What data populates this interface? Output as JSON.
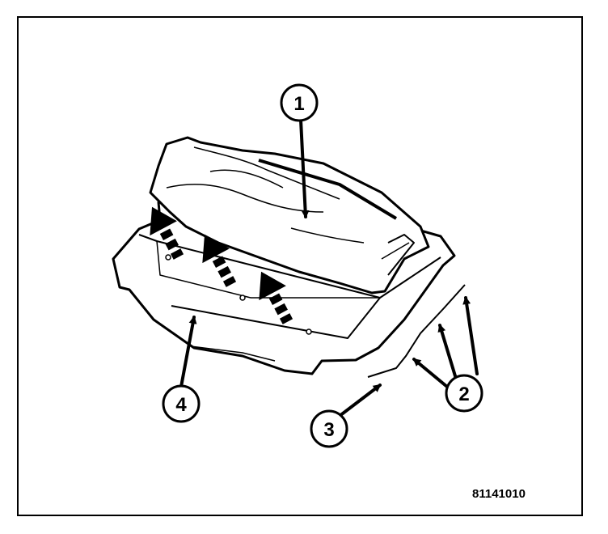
{
  "callouts": {
    "c1": "1",
    "c2": "2",
    "c3": "3",
    "c4": "4"
  },
  "figure_number": "81141010",
  "colors": {
    "line": "#000000",
    "background": "#ffffff"
  }
}
